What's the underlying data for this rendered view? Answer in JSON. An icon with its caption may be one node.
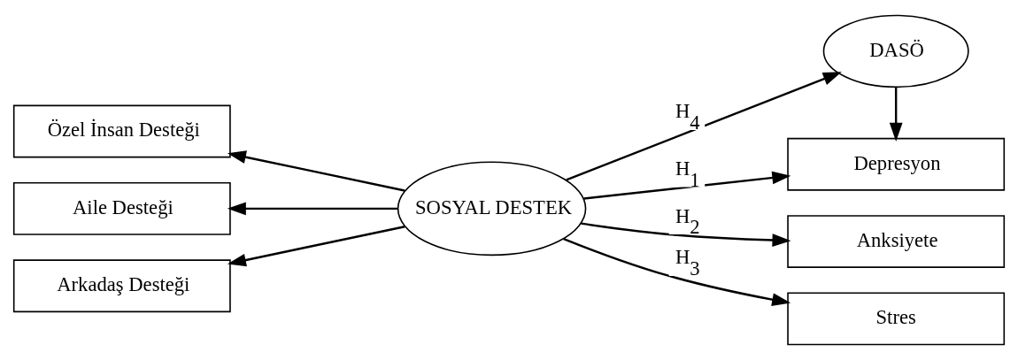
{
  "diagram": {
    "nodes": [
      {
        "text": [
          "Özel İnsan Desteği"
        ]
      },
      {
        "text": [
          "Aile Desteği"
        ]
      },
      {
        "text": [
          "Arkadaş Desteği"
        ]
      },
      {
        "text": [
          "SOSYAL DESTEK"
        ]
      },
      {
        "text": [
          "DASÖ"
        ]
      },
      {
        "text": [
          "Depresyon"
        ]
      },
      {
        "text": [
          "Anksiyete"
        ]
      },
      {
        "text": [
          "Stres"
        ]
      }
    ],
    "edges": [
      {
        "from": 3,
        "to": 0,
        "arrow": "to"
      },
      {
        "from": 3,
        "to": 1,
        "arrow": "to"
      },
      {
        "from": 3,
        "to": 2,
        "arrow": "to"
      },
      {
        "from": 3,
        "to": 4,
        "arrow": "to",
        "label": "H$_{4}$"
      },
      {
        "from": 3,
        "to": 5,
        "arrow": "to",
        "label": "H$_{1}$"
      },
      {
        "from": 3,
        "to": 6,
        "arrow": "to",
        "label": "H$_{2}$"
      },
      {
        "from": 3,
        "to": 7,
        "arrow": "to",
        "label": "H$_{3}$"
      },
      {
        "from": 4,
        "to": 5,
        "arrow": "to"
      }
    ]
  }
}
